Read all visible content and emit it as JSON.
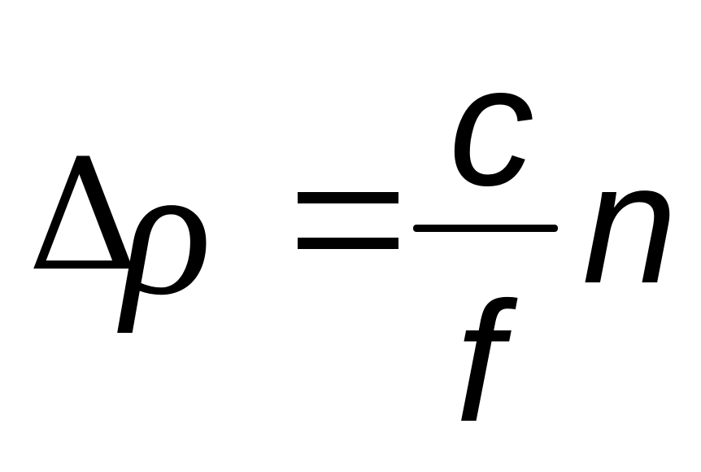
{
  "formula": {
    "delta": "Δ",
    "rho": "ρ",
    "numerator": "c",
    "denominator": "f",
    "multiplier": "n"
  }
}
